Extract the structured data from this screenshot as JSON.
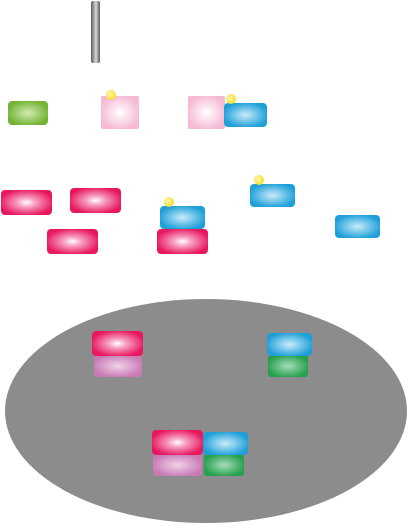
{
  "colors": {
    "magenta": "#e8185f",
    "pale-pink": "#f6b9d4",
    "cyan": "#1e9fd8",
    "green": "#74b334",
    "dark-green": "#24a04e",
    "mauve": "#c77ab4",
    "yellow": "#f3df2c",
    "gray": "#8f8f8f",
    "ellipse": "#8c8c8c"
  },
  "elements": {
    "gray-bar": "gray-gradient-bar",
    "green-block": "green-block",
    "pink-block-1": "pale-pink-block",
    "pink-block-2": "pale-pink-block",
    "cyan-block-top": "cyan-block",
    "magenta-block-1": "magenta-block",
    "magenta-block-2": "magenta-block",
    "magenta-block-3": "magenta-block",
    "cyan-block-mid": "cyan-block",
    "magenta-block-4": "magenta-block",
    "cyan-block-right": "cyan-block",
    "cyan-block-far": "cyan-block",
    "gray-ellipse": "gray-ellipse",
    "complex-1": "magenta-mauve-complex",
    "complex-2": "cyan-green-complex",
    "complex-3": "magenta-mauve-cyan-green-complex"
  }
}
